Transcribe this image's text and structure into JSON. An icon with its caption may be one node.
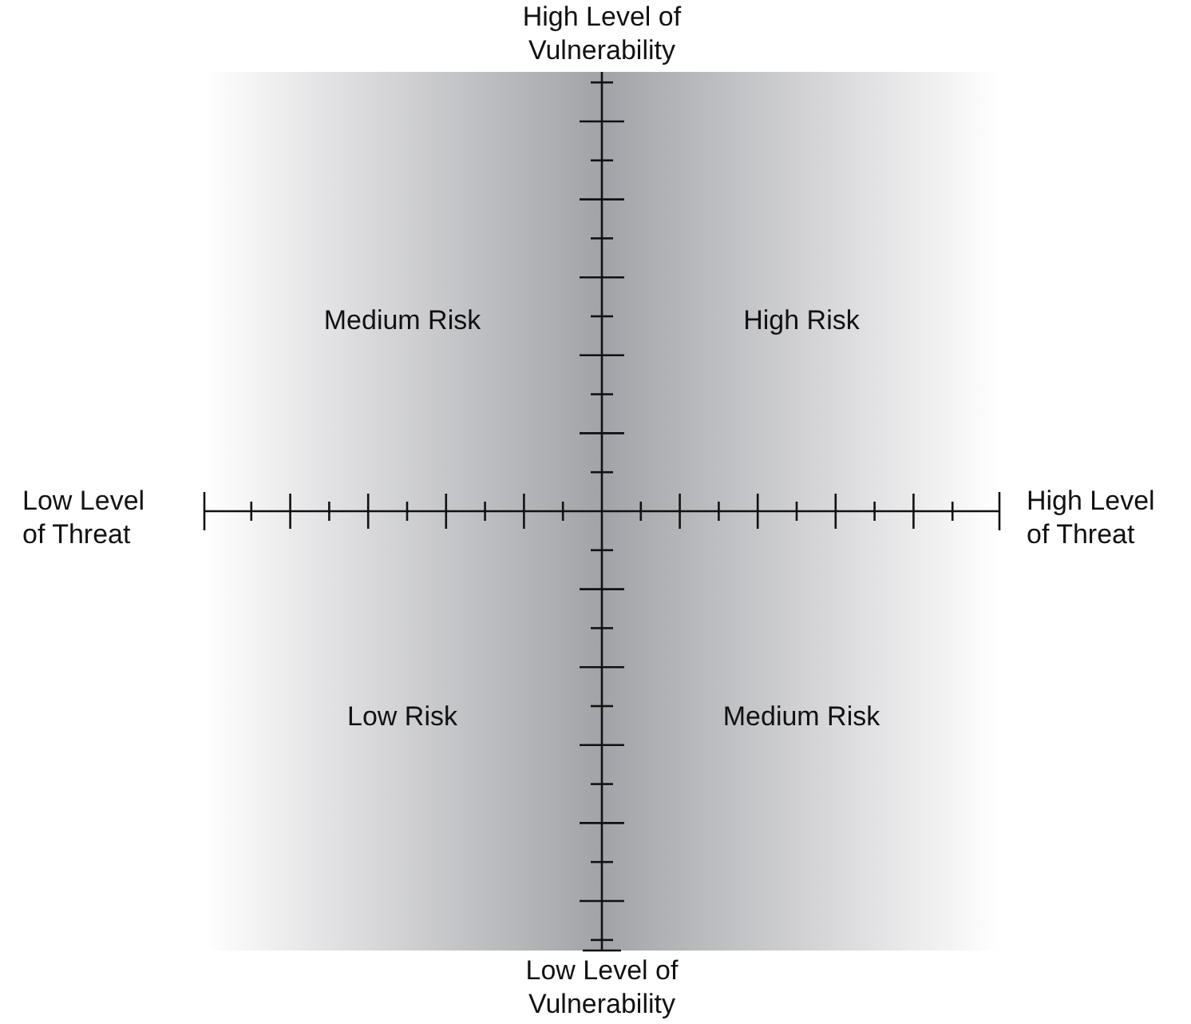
{
  "diagram": {
    "labels": [
      "High Level of Vulnerability",
      "Medium Risk",
      "High Risk",
      "Low Level of Threat",
      "High Level of Threat",
      "Low Risk",
      "Medium Risk",
      "Low Level of Vulnerability"
    ]
  }
}
